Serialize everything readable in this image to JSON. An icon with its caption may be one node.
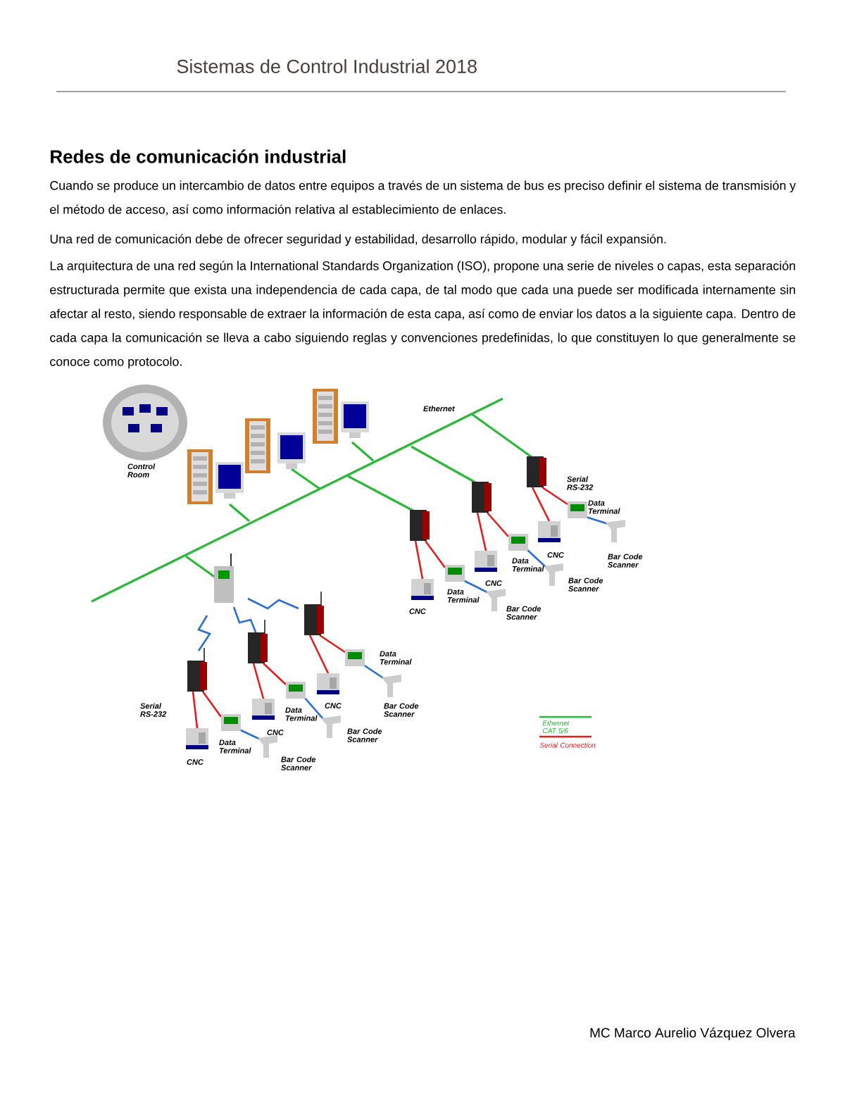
{
  "diagram": {
    "title": "Redes de comunicación industrial",
    "labels": [
      "Sistemas de Control Industrial 2018",
      "Cuando se produce un intercambio de datos entre equipos a través de un sistema de bus es preciso definir el sistema de transmisión y el método de acceso, así como información relativa al establecimiento de enlaces.",
      "Una red de comunicación debe de ofrecer seguridad y estabilidad, desarrollo rápido, modular y fácil expansión.",
      "La arquitectura de una red según la International Standards Organization (ISO), propone una serie de niveles o capas, esta separación estructurada permite que exista una independencia de cada capa, de tal modo que cada una puede ser modificada internamente sin afectar al resto, siendo responsable de extraer la información de esta capa, así como de enviar los datos a la siguiente capa. Dentro de cada capa la comunicación se lleva a cabo siguiendo reglas y convenciones predefinidas, lo que constituyen lo que generalmente se conoce como protocolo.",
      "Ethernet",
      "Control Room",
      "Serial RS-232",
      "Data Terminal",
      "CNC",
      "Bar Code Scanner",
      "Data Terminal",
      "CNC",
      "Bar Code Scanner",
      "Data Terminal",
      "CNC",
      "Bar Code Scanner",
      "Serial RS-232",
      "Data Terminal",
      "CNC",
      "Bar Code Scanner",
      "Data Terminal",
      "CNC",
      "Bar Code Scanner",
      "Data Terminal",
      "CNC",
      "Bar Code Scanner",
      "MC Marco Aurelio Vázquez Olvera"
    ],
    "legend": [
      {
        "text": "Ethernet CAT 5/6"
      },
      {
        "text": "Serial Connection"
      }
    ]
  }
}
